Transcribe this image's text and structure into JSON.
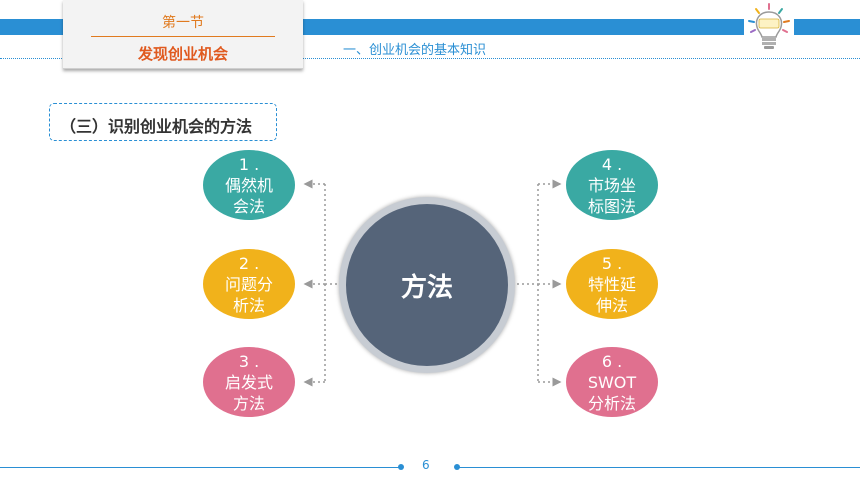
{
  "section": {
    "title": "第一节",
    "subtitle": "发现创业机会"
  },
  "breadcrumb": "一、创业机会的基本知识",
  "heading": "（三）识别创业机会的方法",
  "center": {
    "label": "方法",
    "color": "#556479"
  },
  "methods": [
    {
      "num": "1 .",
      "lines": [
        "偶然机",
        "会法"
      ],
      "color": "#3aa9a3"
    },
    {
      "num": "2 .",
      "lines": [
        "问题分",
        "析法"
      ],
      "color": "#f1b21b"
    },
    {
      "num": "3 .",
      "lines": [
        "启发式",
        "方法"
      ],
      "color": "#e0708f"
    },
    {
      "num": "4 .",
      "lines": [
        "市场坐",
        "标图法"
      ],
      "color": "#3aa9a3"
    },
    {
      "num": "5 .",
      "lines": [
        "特性延",
        "伸法"
      ],
      "color": "#f1b21b"
    },
    {
      "num": "6 .",
      "lines": [
        "SWOT",
        "分析法"
      ],
      "color": "#e0708f"
    }
  ],
  "footer": {
    "page": "6"
  },
  "colors": {
    "accent": "#2a8fd4",
    "section_text": "#e07a1f"
  },
  "icons": {
    "logo": "lightbulb-idea-icon"
  }
}
